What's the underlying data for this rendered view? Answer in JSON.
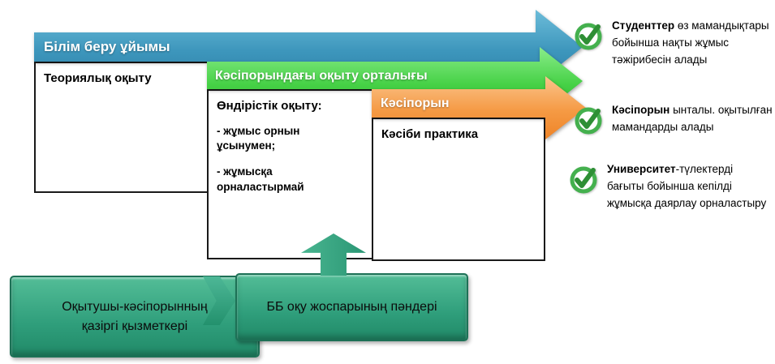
{
  "banners": {
    "education_org": "Білім беру ұйымы",
    "training_center": "Кәсіпорындағы оқыту орталығы",
    "enterprise": "Кәсіпорын"
  },
  "boxes": {
    "theory": {
      "title": "Теориялық оқыту"
    },
    "industrial": {
      "title": "Өндірістік оқыту:",
      "items": [
        "- жұмыс орнын ұсынумен;",
        "- жұмысқа орналастырмай"
      ]
    },
    "practice": {
      "title": "Кәсіби практика"
    }
  },
  "benefits": [
    {
      "bold": "Студенттер",
      "rest": " өз мамандықтары бойынша нақты жұмыс тәжірибесін алады"
    },
    {
      "bold": "Кәсіпорын",
      "rest": " ынталы. оқытылған мамандарды алады"
    },
    {
      "bold": "Университет",
      "rest": "-түлектерді бағыты бойынша кепілді жұмысқа даярлау орналастыру"
    }
  ],
  "process": {
    "teacher": "Оқытушы-кәсіпорынның қазіргі қызметкері",
    "curriculum": "ББ оқу жоспарының пәндері"
  },
  "colors": {
    "banner_blue": "#3d96bc",
    "banner_green": "#46d146",
    "banner_orange": "#f59a44",
    "process_green": "#2f9e7b",
    "check_green": "#44b04e",
    "check_dark_green": "#2e8f35"
  }
}
